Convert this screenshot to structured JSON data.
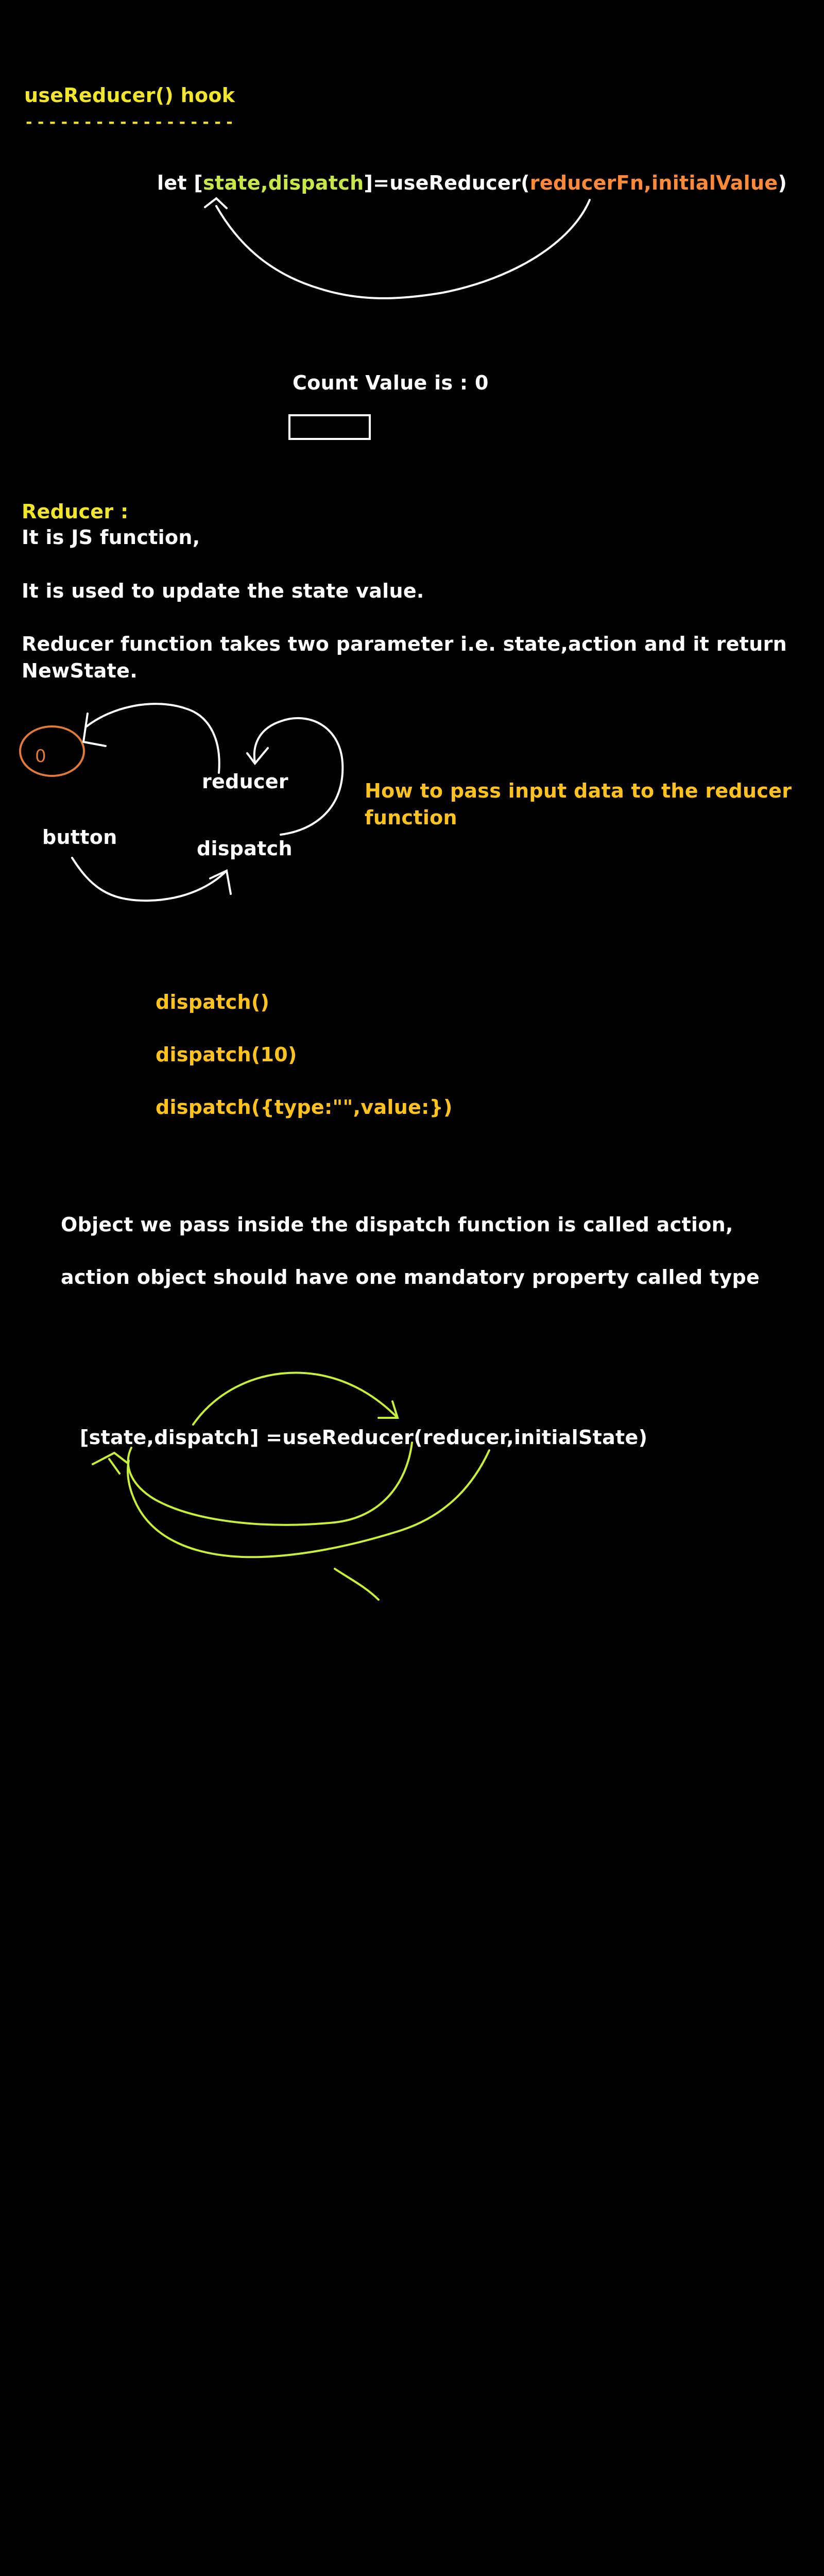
{
  "colors": {
    "background": "#000000",
    "heading": "#f2e62c",
    "text": "#ffffff",
    "highlight": "#ffc21f",
    "state_vars": "#c8e84a",
    "args": "#ff8a3a",
    "curve_lime": "#c8f03a",
    "circle": "#e07a3a"
  },
  "heading": {
    "title": "useReducer() hook",
    "underline": "- - - - - - - - - - - - - - - - - -"
  },
  "syntax": {
    "prefix": "let [",
    "state": "state",
    "comma1": ",",
    "dispatch": "dispatch",
    "middle": "]=useReducer(",
    "reducer_fn": "reducerFn",
    "comma2": ",",
    "initial_value": "initialValue",
    "suffix": ")"
  },
  "counter": {
    "label": "Count Value is : 0"
  },
  "reducer_section": {
    "title": "Reducer :",
    "line1": "It is JS function,",
    "line2": "It is used to update the state value.",
    "line3a": "Reducer function takes two parameter i.e.  state,action and it return",
    "line3b": "NewState."
  },
  "flow_diagram": {
    "circle_value": "0",
    "reducer_label": "reducer",
    "button_label": "button",
    "dispatch_label": "dispatch",
    "question_line1": "How to pass input data to the reducer",
    "question_line2": "function"
  },
  "dispatch_examples": [
    "dispatch()",
    "dispatch(10)",
    "dispatch({type:\"\",value:})"
  ],
  "action_notes": {
    "line1": "Object we pass inside the dispatch function is called action,",
    "line2": "action object should have one mandatory property called type"
  },
  "second_syntax": {
    "text": "[state,dispatch] =useReducer(reducer,initialState)"
  },
  "icons": {
    "curve": "hand-drawn-arrow",
    "circle": "hand-drawn-circle"
  }
}
